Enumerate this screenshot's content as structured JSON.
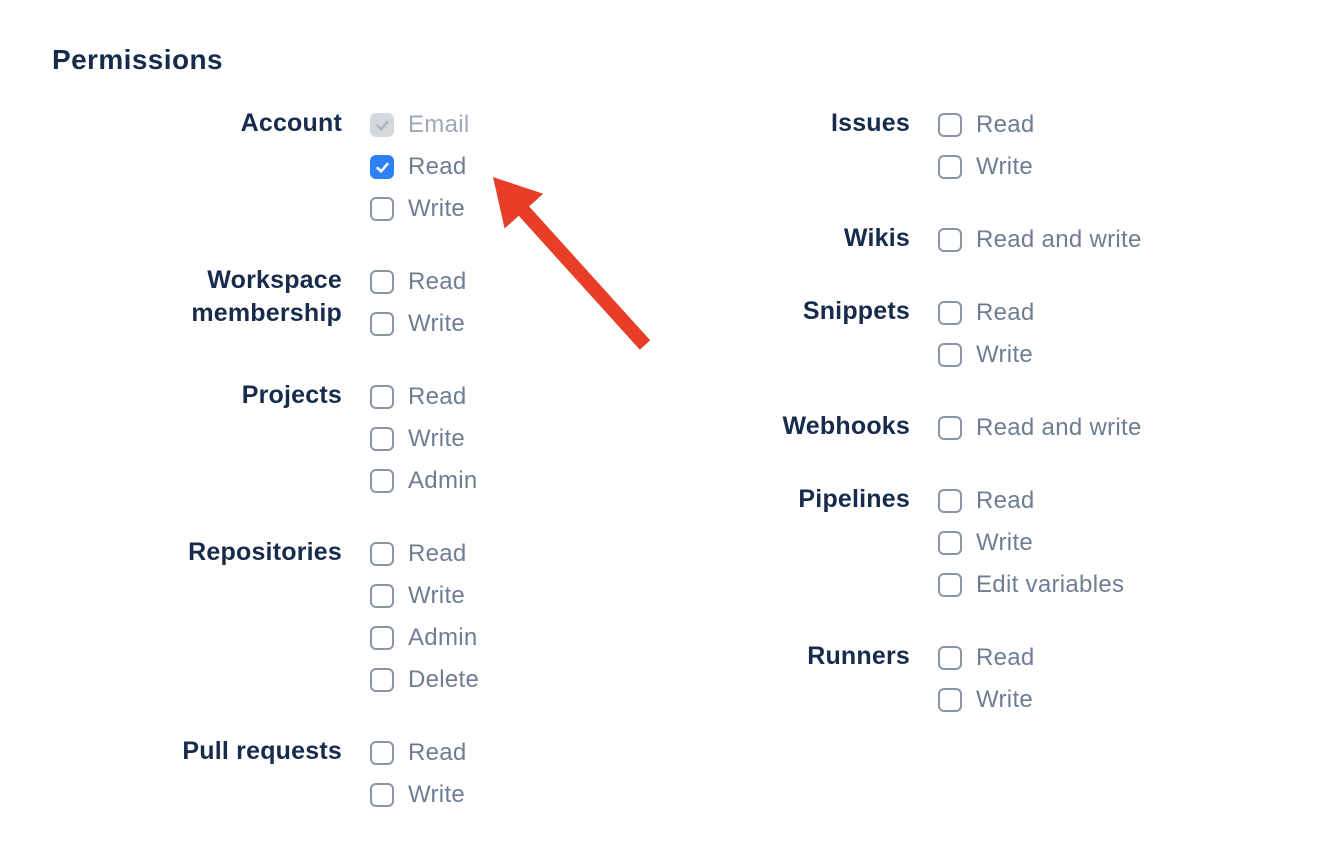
{
  "page": {
    "heading": "Permissions"
  },
  "colors": {
    "heading_text": "#172B4D",
    "section_label_text": "#172B4D",
    "option_label_text": "#6F7D93",
    "disabled_label_text": "#A0A8B4",
    "checkbox_border": "#8C94A6",
    "checkbox_checked_fill": "#2E80F5",
    "checkbox_disabled_fill": "#D5D8DD",
    "checkbox_disabled_check": "#AFB6C2",
    "arrow": "#E83E28"
  },
  "annotation": {
    "arrow_target": "Account Read checkbox"
  },
  "columns": {
    "left": [
      {
        "name": "Account",
        "options": [
          {
            "label": "Email",
            "state": "checked_disabled"
          },
          {
            "label": "Read",
            "state": "checked"
          },
          {
            "label": "Write",
            "state": "unchecked"
          }
        ]
      },
      {
        "name": "Workspace membership",
        "options": [
          {
            "label": "Read",
            "state": "unchecked"
          },
          {
            "label": "Write",
            "state": "unchecked"
          }
        ]
      },
      {
        "name": "Projects",
        "options": [
          {
            "label": "Read",
            "state": "unchecked"
          },
          {
            "label": "Write",
            "state": "unchecked"
          },
          {
            "label": "Admin",
            "state": "unchecked"
          }
        ]
      },
      {
        "name": "Repositories",
        "options": [
          {
            "label": "Read",
            "state": "unchecked"
          },
          {
            "label": "Write",
            "state": "unchecked"
          },
          {
            "label": "Admin",
            "state": "unchecked"
          },
          {
            "label": "Delete",
            "state": "unchecked"
          }
        ]
      },
      {
        "name": "Pull requests",
        "options": [
          {
            "label": "Read",
            "state": "unchecked"
          },
          {
            "label": "Write",
            "state": "unchecked"
          }
        ]
      }
    ],
    "right": [
      {
        "name": "Issues",
        "options": [
          {
            "label": "Read",
            "state": "unchecked"
          },
          {
            "label": "Write",
            "state": "unchecked"
          }
        ]
      },
      {
        "name": "Wikis",
        "options": [
          {
            "label": "Read and write",
            "state": "unchecked"
          }
        ]
      },
      {
        "name": "Snippets",
        "options": [
          {
            "label": "Read",
            "state": "unchecked"
          },
          {
            "label": "Write",
            "state": "unchecked"
          }
        ]
      },
      {
        "name": "Webhooks",
        "options": [
          {
            "label": "Read and write",
            "state": "unchecked"
          }
        ]
      },
      {
        "name": "Pipelines",
        "options": [
          {
            "label": "Read",
            "state": "unchecked"
          },
          {
            "label": "Write",
            "state": "unchecked"
          },
          {
            "label": "Edit variables",
            "state": "unchecked"
          }
        ]
      },
      {
        "name": "Runners",
        "options": [
          {
            "label": "Read",
            "state": "unchecked"
          },
          {
            "label": "Write",
            "state": "unchecked"
          }
        ]
      }
    ]
  }
}
